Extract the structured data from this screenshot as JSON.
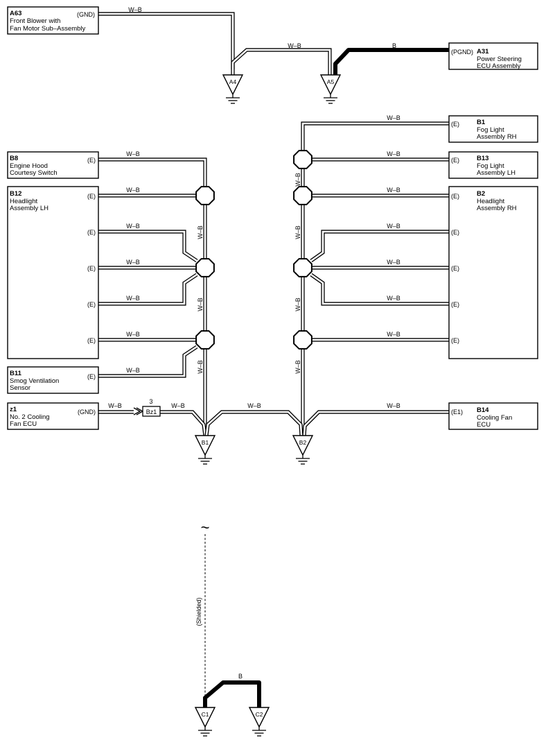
{
  "components": {
    "A63": {
      "code": "A63",
      "name": [
        "Front Blower with",
        "Fan Motor Sub–Assembly"
      ],
      "terminals": [
        "(GND)"
      ]
    },
    "A31": {
      "code": "A31",
      "name": [
        "Power Steering",
        "ECU Assembly"
      ],
      "terminals": [
        "(PGND)"
      ]
    },
    "B1": {
      "code": "B1",
      "name": [
        "Fog Light",
        "Assembly RH"
      ],
      "terminals": [
        "(E)"
      ]
    },
    "B13": {
      "code": "B13",
      "name": [
        "Fog Light",
        "Assembly LH"
      ],
      "terminals": [
        "(E)"
      ]
    },
    "B8": {
      "code": "B8",
      "name": [
        "Engine Hood",
        "Courtesy Switch"
      ],
      "terminals": [
        "(E)"
      ]
    },
    "B12": {
      "code": "B12",
      "name": [
        "Headlight",
        "Assembly LH"
      ],
      "terminals": [
        "(E)",
        "(E)",
        "(E)",
        "(E)",
        "(E)"
      ]
    },
    "B2": {
      "code": "B2",
      "name": [
        "Headlight",
        "Assembly RH"
      ],
      "terminals": [
        "(E)",
        "(E)",
        "(E)",
        "(E)",
        "(E)"
      ]
    },
    "B11": {
      "code": "B11",
      "name": [
        "Smog Ventilation",
        "Sensor"
      ],
      "terminals": [
        "(E)"
      ]
    },
    "z1": {
      "code": "z1",
      "name": [
        "No. 2 Cooling",
        "Fan ECU"
      ],
      "terminals": [
        "(GND)"
      ]
    },
    "B14": {
      "code": "B14",
      "name": [
        "Cooling Fan",
        "ECU"
      ],
      "terminals": [
        "(E1)"
      ]
    }
  },
  "grounds": {
    "A4": "A4",
    "A5": "A5",
    "B1": "B1",
    "B2": "B2",
    "C1": "C1",
    "C2": "C2"
  },
  "wire_colors": {
    "wb": "W–B",
    "b": "B"
  },
  "connector": {
    "name": "Bz1",
    "pin": "3"
  },
  "shielded_label": "(Shielded)",
  "break_mark": "~"
}
